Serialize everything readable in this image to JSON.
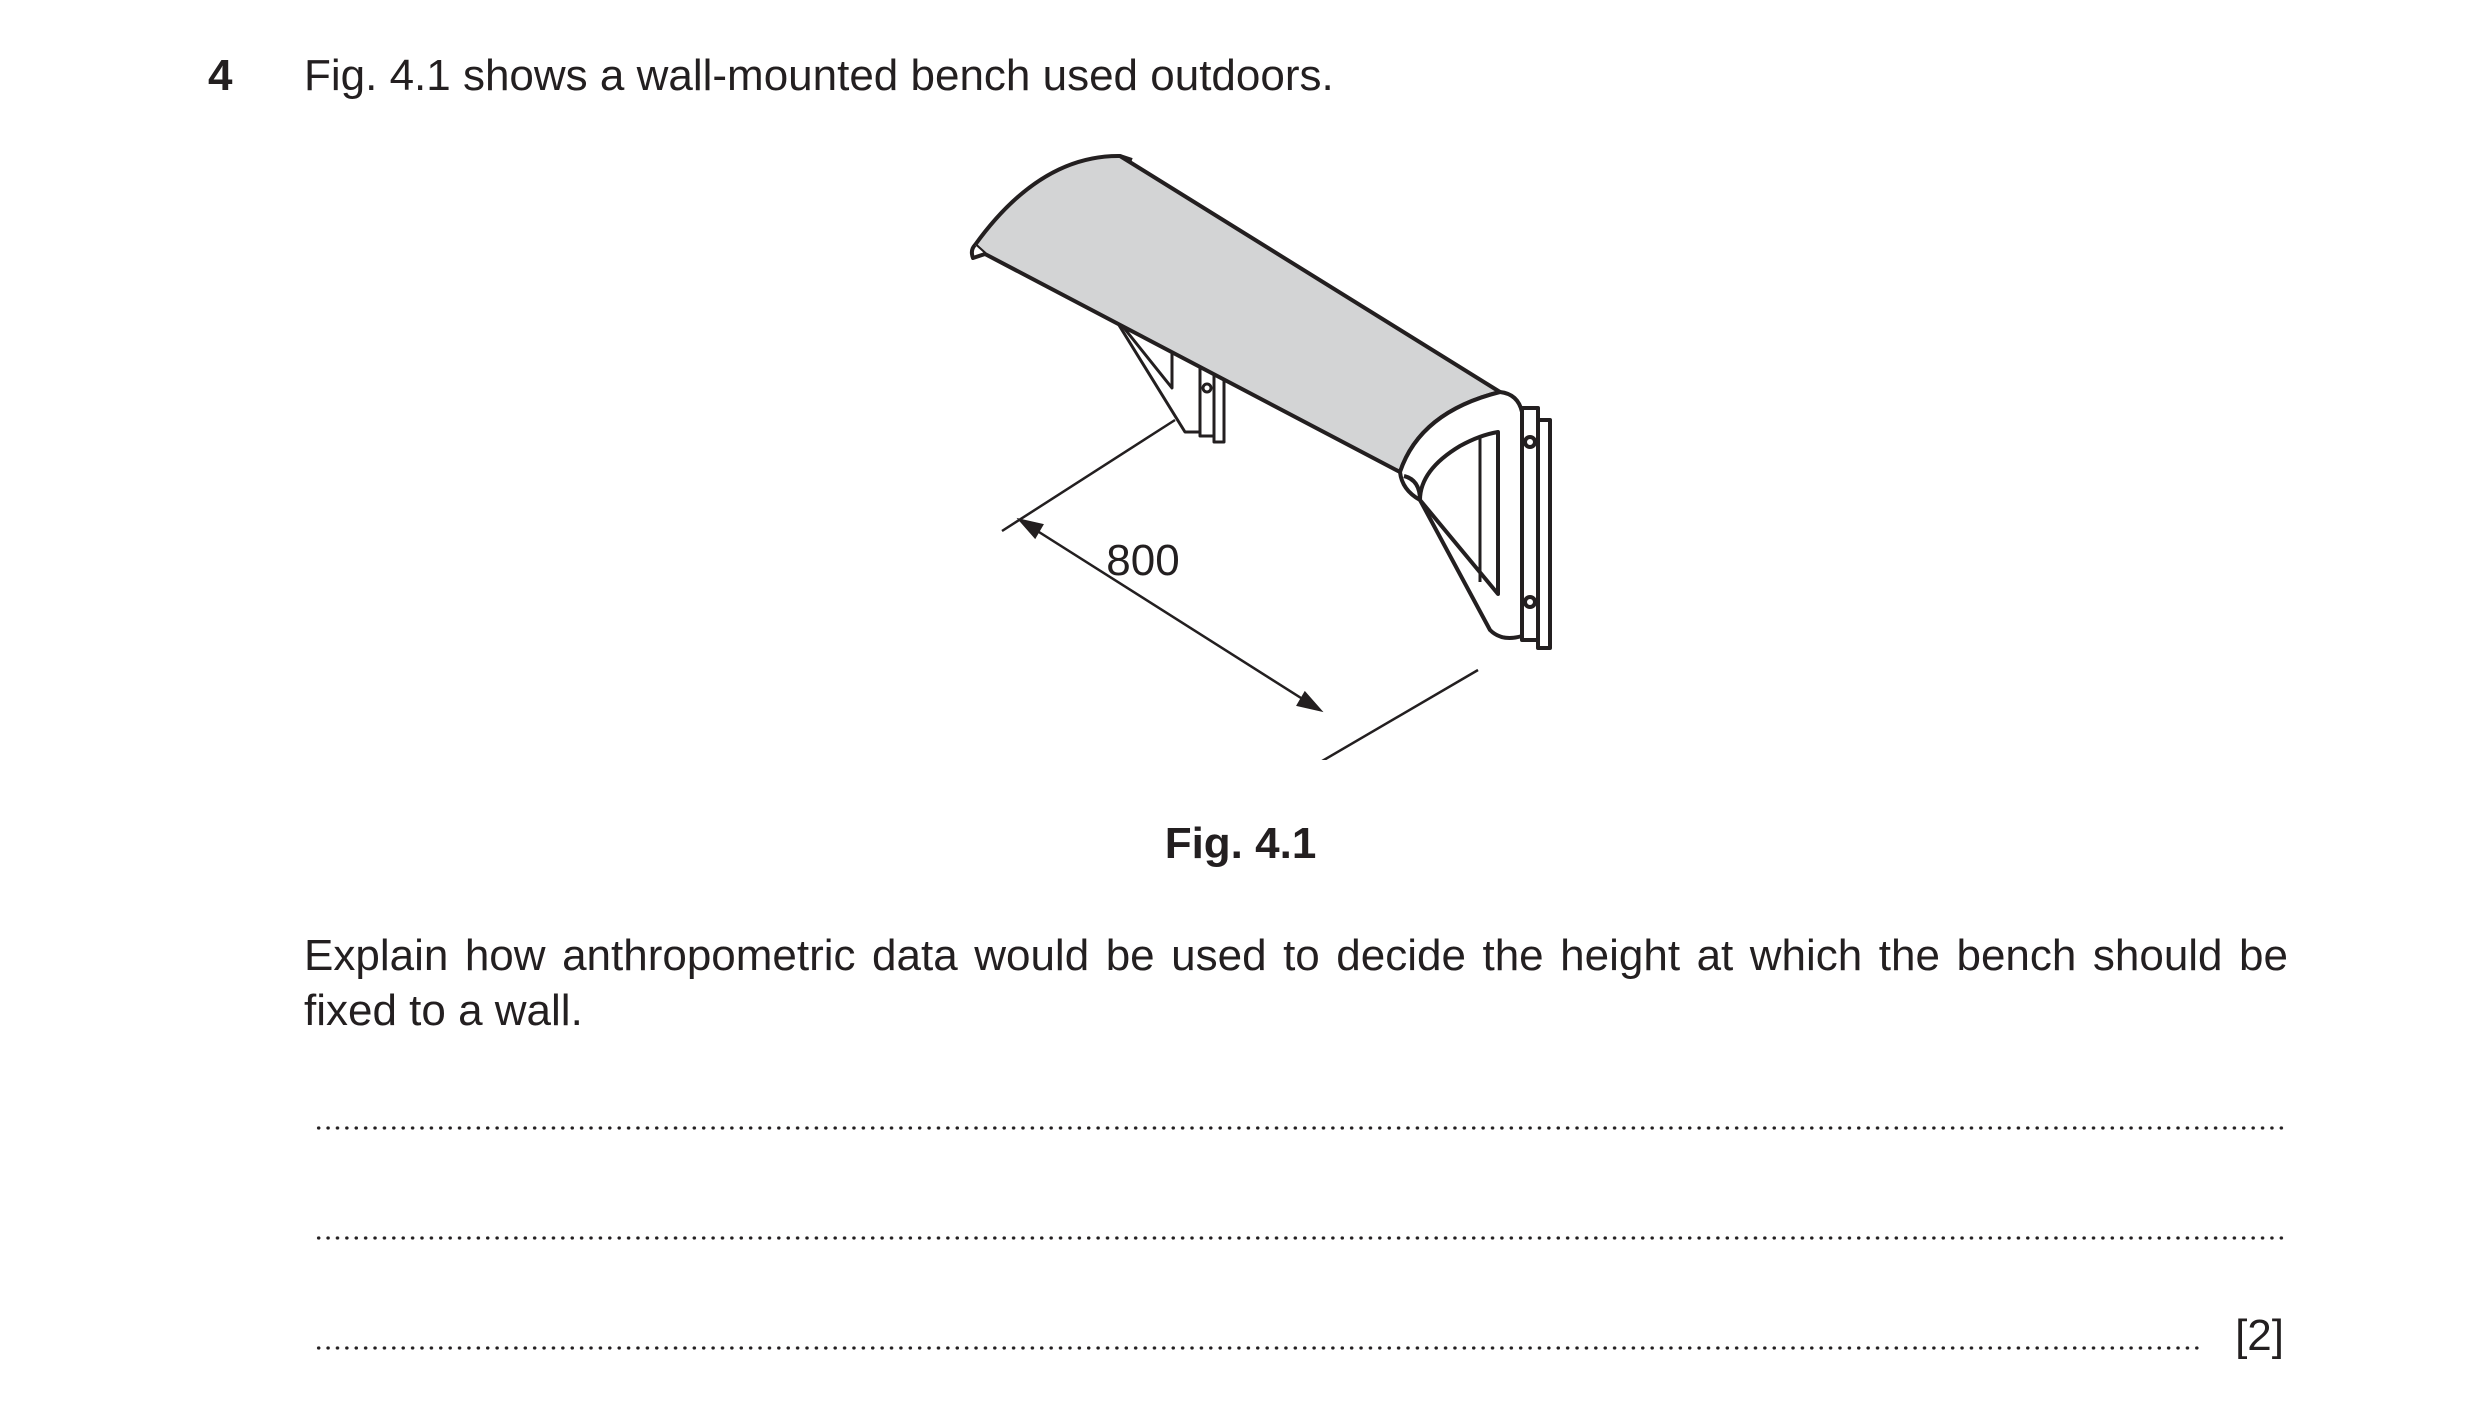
{
  "question": {
    "number": "4",
    "intro": "Fig. 4.1 shows a wall-mounted bench used outdoors.",
    "prompt": "Explain how anthropometric data would be used to decide the height at which the bench should be fixed to a wall.",
    "marks": "[2]"
  },
  "figure": {
    "dimension_label": "800",
    "caption": "Fig. 4.1",
    "seat_fill": "#d3d4d5",
    "line_color": "#231f20"
  },
  "answer_lines": [
    {
      "id": 1
    },
    {
      "id": 2
    },
    {
      "id": 3
    }
  ]
}
